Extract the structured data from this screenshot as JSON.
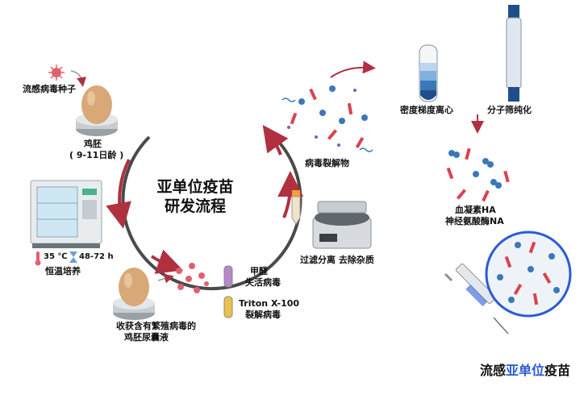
{
  "title_line1": "亚单位疫苗",
  "title_line2": "研发流程",
  "labels": {
    "seed": "流感病毒种子",
    "egg": "鸡胚",
    "egg_age": "( 9-11日龄 )",
    "temp": "35 ℃",
    "time": "48-72 h",
    "incubate": "恒温培养",
    "harvest_line1": "收获含有繁殖病毒的",
    "harvest_line2": "鸡胚尿囊液",
    "formaldehyde": "甲醛",
    "inactivate": "失活病毒",
    "triton": "Triton X-100",
    "lyse": "裂解病毒",
    "filter": "过滤分离 去除杂质",
    "lysate": "病毒裂解物",
    "density": "密度梯度离心",
    "sieve": "分子筛纯化",
    "ha": "血凝素HA",
    "na": "神经氨酸酶NA"
  },
  "final": {
    "prefix": "流感",
    "highlight": "亚单位",
    "suffix": "疫苗"
  },
  "colors": {
    "arrow": "#b03040",
    "ring": "#4a4a4a",
    "accent": "#2a5bd7",
    "protein_red": "#d9434f",
    "protein_blue": "#3a78b8"
  }
}
